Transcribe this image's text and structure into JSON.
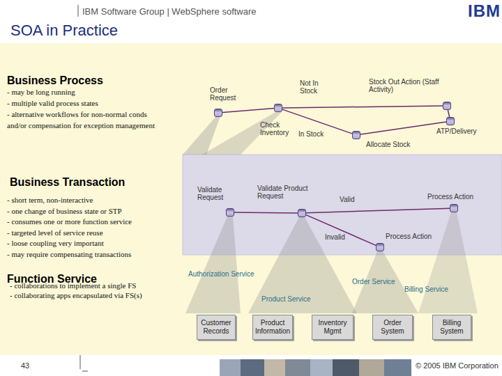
{
  "diagram": {
    "title": "SOA in Practice",
    "nodes": [
      {
        "text": [
          "Order Request"
        ]
      },
      {
        "text": [
          "Check Inventory"
        ]
      },
      {
        "text": [
          "Stock Out Action (Staff Activity)"
        ]
      },
      {
        "text": [
          "ATP/Delivery"
        ]
      },
      {
        "text": [
          "Allocate Stock"
        ]
      },
      {
        "text": [
          "Validate Request"
        ]
      },
      {
        "text": [
          "Validate Product Request"
        ]
      },
      {
        "text": [
          "Process Action"
        ]
      },
      {
        "text": [
          "Process Action"
        ]
      },
      {
        "text": [
          "Customer Records"
        ]
      },
      {
        "text": [
          "Product Information"
        ]
      },
      {
        "text": [
          "Inventory Mgmt"
        ]
      },
      {
        "text": [
          "Order System"
        ]
      },
      {
        "text": [
          "Billing System"
        ]
      }
    ],
    "edges": [
      {
        "from": 0,
        "to": 1,
        "arrow": "none"
      },
      {
        "from": 1,
        "to": 2,
        "label": "Not In Stock",
        "arrow": "none"
      },
      {
        "from": 1,
        "to": 4,
        "label": "In Stock",
        "arrow": "none"
      },
      {
        "from": 4,
        "to": 3,
        "arrow": "none"
      },
      {
        "from": 2,
        "to": 3,
        "arrow": "none"
      },
      {
        "from": 5,
        "to": 6,
        "arrow": "none"
      },
      {
        "from": 6,
        "to": 7,
        "label": "Valid",
        "arrow": "none"
      },
      {
        "from": 6,
        "to": 8,
        "label": "Invalid",
        "arrow": "none"
      }
    ],
    "labels": [
      "IBM",
      "IBM Software Group | WebSphere software",
      "Business Process",
      "- may be long running",
      "- multiple valid process states",
      "- alternative workflows for non-normal conds and/or compensation for exception management",
      "Business Transaction",
      "- short term, non-interactive",
      "- one change of business state or STP",
      "- consumes one or more function service",
      "- targeted level of service reuse",
      "- loose coupling very important",
      "- may require compensating transactions",
      "Function Service",
      "- collaborations to implement a single FS",
      "- collaborating apps encapsulated via FS(s)",
      "Authorization Service",
      "Product Service",
      "Order Service",
      "Billing Service",
      "43",
      "© 2005 IBM Corporation"
    ]
  }
}
